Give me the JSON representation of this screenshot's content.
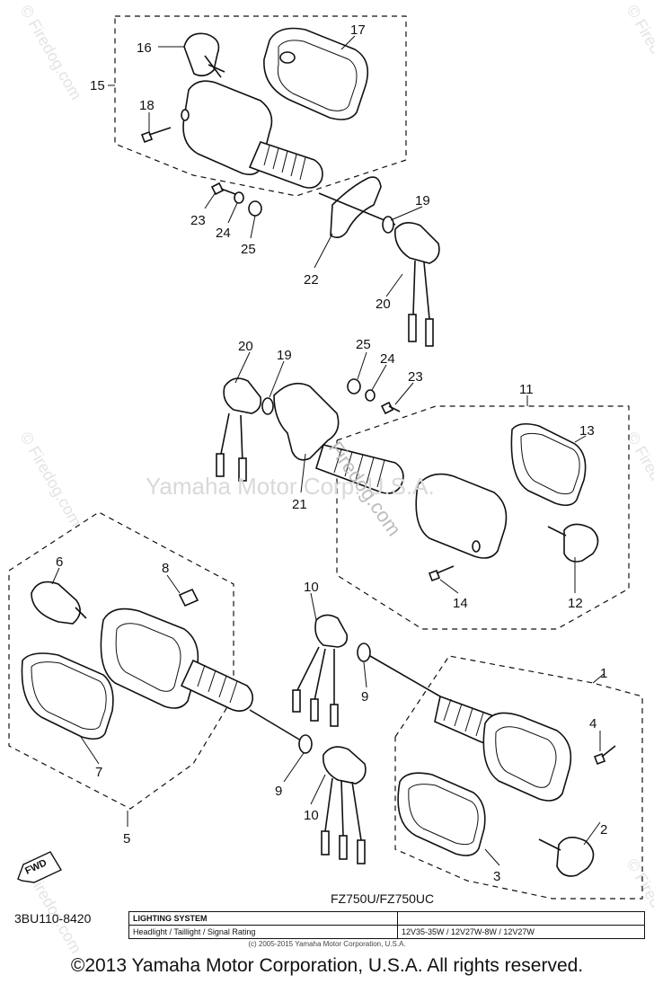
{
  "callouts": [
    "1",
    "2",
    "3",
    "4",
    "5",
    "6",
    "7",
    "8",
    "9",
    "9",
    "10",
    "10",
    "11",
    "12",
    "13",
    "14",
    "15",
    "16",
    "17",
    "18",
    "19",
    "19",
    "20",
    "20",
    "21",
    "22",
    "23",
    "23",
    "24",
    "24",
    "25",
    "25"
  ],
  "watermark": {
    "center": "Yamaha Motor Corp. U.S.A.",
    "site": "Firedog.com",
    "side": "© Firedog.com"
  },
  "model_label": "FZ750U/FZ750UC",
  "diagram_code": "3BU110-8420",
  "fwd_label": "FWD",
  "spec_table": {
    "title": "LIGHTING SYSTEM",
    "row_label": "Headlight / Taillight / Signal Rating",
    "row_value": "12V35-35W / 12V27W-8W / 12V27W"
  },
  "small_copyright": "(c) 2005-2015 Yamaha Motor Corporation, U.S.A.",
  "footer": "©2013 Yamaha Motor Corporation, U.S.A. All rights reserved."
}
